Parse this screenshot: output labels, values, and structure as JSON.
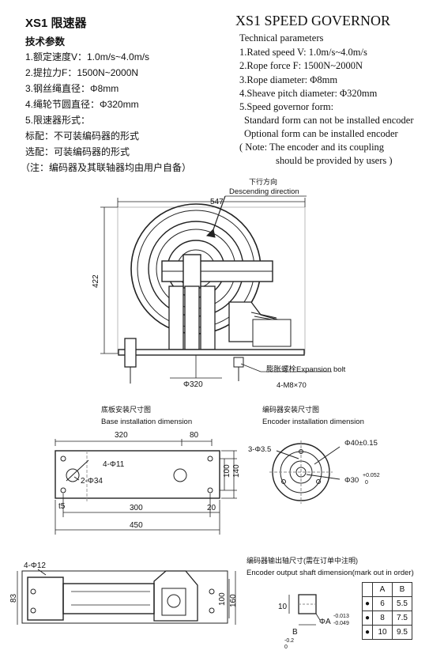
{
  "zh": {
    "title": "XS1 限速器",
    "subtitle": "技术参数",
    "lines": [
      "1.额定速度V：1.0m/s~4.0m/s",
      "2.提拉力F：1500N~2000N",
      "3.钢丝绳直径：Φ8mm",
      "4.绳轮节圆直径：Φ320mm",
      "5.限速器形式：",
      "标配：不可装编码器的形式",
      "选配：可装编码器的形式",
      "（注：编码器及其联轴器均由用户自备）"
    ]
  },
  "en": {
    "title": "XS1 SPEED GOVERNOR",
    "subtitle": "Technical parameters",
    "lines": [
      "1.Rated speed V:  1.0m/s~4.0m/s",
      "2.Rope force F:   1500N~2000N",
      "3.Rope diameter:   Φ8mm",
      "4.Sheave pitch diameter:   Φ320mm",
      "5.Speed governor form:",
      "Standard form can not be installed encoder",
      "Optional form can be installed encoder",
      "( Note:   The encoder and its coupling",
      "should be provided by users )"
    ]
  },
  "main_view": {
    "direction_zh": "下行方向",
    "direction_en": "Descending direction",
    "dim_width": "547",
    "dim_height": "422",
    "dim_diameter": "Φ320",
    "bolt_label": "膨胀螺栓Expansion bolt",
    "bolt_spec": "4-M8×70"
  },
  "base_view": {
    "title_zh": "底板安装尺寸图",
    "title_en": "Base installation dimension",
    "dim_320": "320",
    "dim_80": "80",
    "hole_4": "4-Φ11",
    "hole_2": "2-Φ34",
    "dim_100": "100",
    "dim_140": "140",
    "dim_t5": "t5",
    "dim_300": "300",
    "dim_20": "20",
    "dim_450": "450"
  },
  "encoder_view": {
    "title_zh": "编码器安装尺寸图",
    "title_en": "Encoder installation dimension",
    "holes": "3-Φ3.5",
    "dia_40": "Φ40±0.15",
    "dia_30": "Φ30",
    "tol_upper": "+0.052",
    "tol_lower": "0"
  },
  "side_view": {
    "holes": "4-Φ12",
    "dim_83": "83",
    "dim_100": "100",
    "dim_160": "160"
  },
  "shaft_view": {
    "title_zh": "编码器输出轴尺寸(需在订单中注明)",
    "title_en": "Encoder output shaft dimension(mark out in order)",
    "dim_10": "10",
    "dim_b": "B",
    "dim_b_tol": "-0.2",
    "dim_b_tol2": "0",
    "dia_a": "ΦA",
    "dia_a_upper": "-0.013",
    "dia_a_lower": "-0.049",
    "table_header": [
      "A",
      "B"
    ],
    "table_rows": [
      [
        "6",
        "5.5"
      ],
      [
        "8",
        "7.5"
      ],
      [
        "10",
        "9.5"
      ]
    ]
  }
}
